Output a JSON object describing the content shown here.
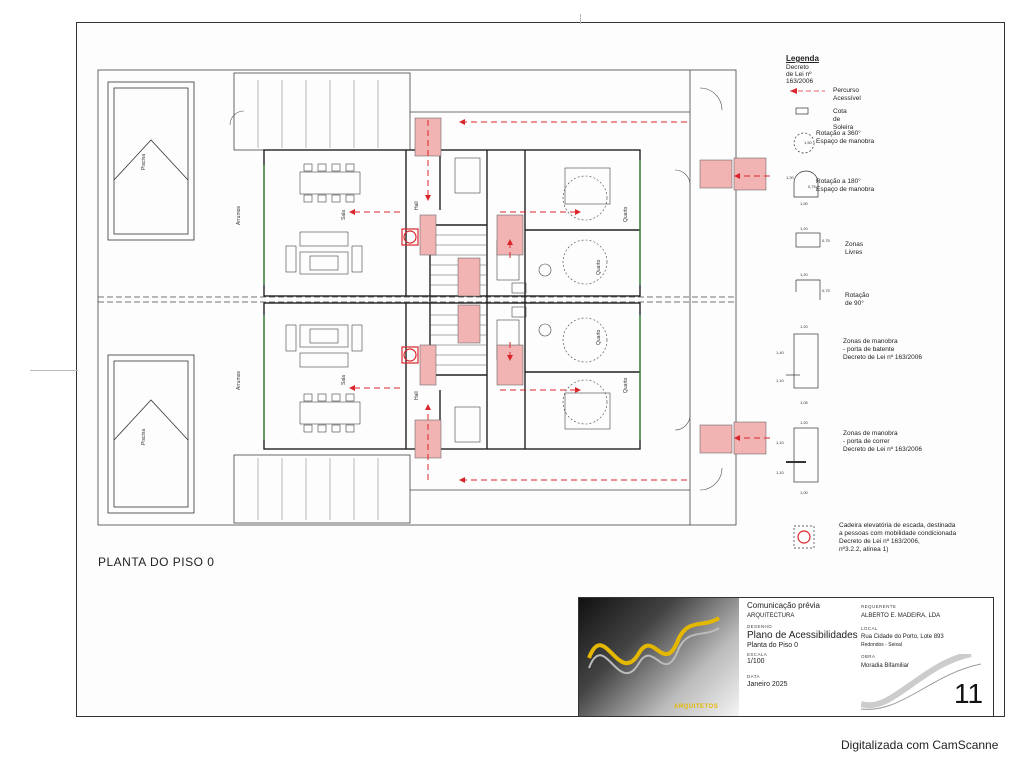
{
  "legend": {
    "title": "Legenda",
    "subtitle": "Decreto de Lei nº 163/2006",
    "items": [
      {
        "label": "Percurso Acessível"
      },
      {
        "label": "Cota de Soleira"
      },
      {
        "label": "Rotação a 360°\nEspaço de manobra",
        "dim": "1,50"
      },
      {
        "label": "Rotação a 180°\nEspaço de manobra",
        "dims": [
          "1,50",
          "1,20",
          "0,75"
        ]
      },
      {
        "label": "Zonas Livres",
        "dims": [
          "1,20",
          "0,75"
        ]
      },
      {
        "label": "Rotação de 90°",
        "dims": [
          "1,20",
          "0,75"
        ]
      },
      {
        "label": "Zonas de manobra\n- porta de batente\nDecreto de Lei nº 163/2006",
        "dims": [
          "1,20",
          "1,40",
          "1,10",
          "1,05"
        ]
      },
      {
        "label": "Zonas de manobra\n- porta de correr\nDecreto de Lei nº 163/2006",
        "dims": [
          "1,20",
          "1,10",
          "1,10",
          "1,00"
        ]
      },
      {
        "label": "Cadeira elevatória de escada, destinada\na pessoas com mobilidade condicionada\nDecreto de Lei nº 163/2006,\nnº3.2.2, alínea 1)"
      }
    ]
  },
  "plan": {
    "title": "PLANTA DO PISO 0",
    "rooms": [
      "Piscina",
      "Piscina",
      "Sala",
      "Sala",
      "Quarto",
      "Quarto",
      "Quarto",
      "Quarto",
      "Hall",
      "Hall",
      "Arrumos",
      "Arrumos"
    ]
  },
  "title_block": {
    "line1": "Comunicação prévia",
    "line2": "ARQUITECTURA",
    "desenho_label": "DESENHO",
    "desenho": "Plano de Acessibilidades",
    "desenho_sub": "Planta do Piso 0",
    "escala_label": "ESCALA",
    "escala": "1/100",
    "data_label": "DATA",
    "data": "Janeiro 2025",
    "requerente_label": "REQUERENTE",
    "requerente": "ALBERTO E. MADEIRA, LDA",
    "local_label": "LOCAL",
    "local": "Rua Cidade do Porto, Lote 893",
    "local2": "Redondos - Seixal",
    "obra_label": "OBRA",
    "obra": "Moradia Bifamiliar",
    "sheet_number": "11",
    "brand": "ARQUITETOS"
  },
  "footer": {
    "scanner": "Digitalizada com CamScanne"
  },
  "colors": {
    "route": "#d9252a",
    "highlight": "#f2b3b3",
    "green": "#3a9a3a",
    "ink": "#333333"
  }
}
